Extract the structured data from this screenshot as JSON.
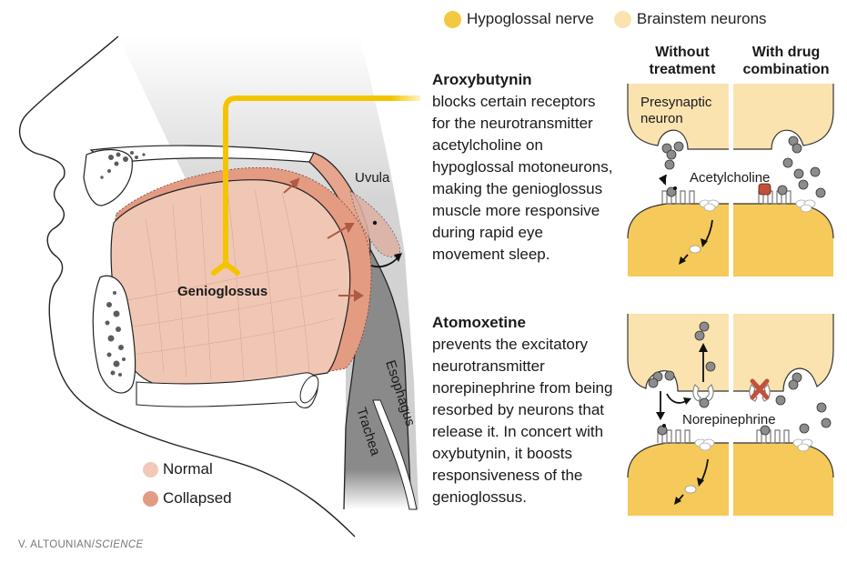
{
  "legend_top": {
    "items": [
      {
        "label": "Hypoglossal nerve",
        "color": "#f5c842"
      },
      {
        "label": "Brainstem neurons",
        "color": "#fbe3b0"
      }
    ]
  },
  "columns": {
    "without": "Without\ntreatment",
    "with": "With drug\ncombination",
    "without_line1": "Without",
    "without_line2": "treatment",
    "with_line1": "With drug",
    "with_line2": "combination"
  },
  "anatomy": {
    "labels": {
      "uvula": "Uvula",
      "genioglossus": "Genioglossus",
      "esophagus": "Esophagus",
      "trachea": "Trachea"
    },
    "colors": {
      "normal": "#f0c7b4",
      "collapsed": "#e39b80",
      "tissue_gray": "#cfcfcf",
      "airway_gray": "#8a8a8a",
      "nerve": "#f5c400",
      "bone_spots": "#5c5c5c"
    }
  },
  "legend_bottom": {
    "items": [
      {
        "label": "Normal",
        "color": "#f2c9b8"
      },
      {
        "label": "Collapsed",
        "color": "#e39b82"
      }
    ]
  },
  "drugs": [
    {
      "name": "Aroxybutynin",
      "lines": [
        "blocks certain receptors",
        "for the neurotransmitter",
        "acetylcholine on",
        "hypoglossal motoneurons,",
        "making the genioglossus",
        "muscle more responsive",
        "during rapid eye",
        "movement sleep."
      ]
    },
    {
      "name": "Atomoxetine",
      "lines": [
        "prevents the excitatory",
        "neurotransmitter",
        "norepinephrine from being",
        "resorbed by neurons that",
        "release it. In concert with",
        "oxybutynin, it boosts",
        "responsiveness of the",
        "genioglossus."
      ]
    }
  ],
  "synapse_top": {
    "presynaptic_label_1": "Presynaptic",
    "presynaptic_label_2": "neuron",
    "transmitter_label": "Acetylcholine",
    "colors": {
      "pre": "#fbe3b0",
      "post": "#f5c95a",
      "blocker": "#c2503a",
      "vesicle": "#8c8c8c"
    }
  },
  "synapse_bottom": {
    "transmitter_label": "Norepinephrine",
    "colors": {
      "pre": "#fbe3b0",
      "post": "#f5c95a",
      "blocked_x": "#c2503a",
      "vesicle": "#8c8c8c"
    }
  },
  "credit": {
    "author": "V. ALTOUNIAN/",
    "publication": "SCIENCE"
  }
}
